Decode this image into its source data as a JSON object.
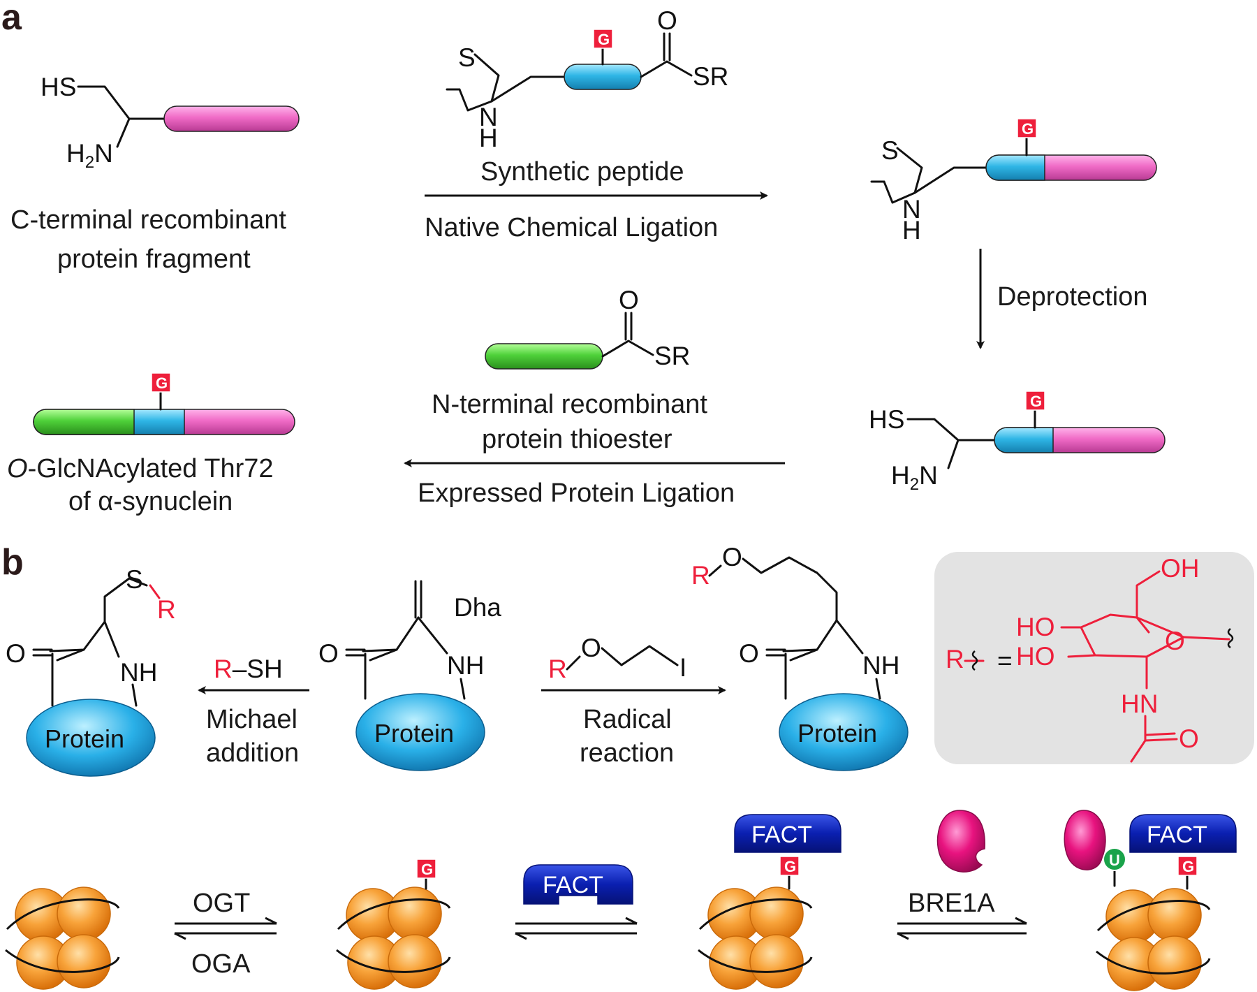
{
  "panel_a": {
    "letter": "a",
    "c_terminal_label_1": "C-terminal  recombinant",
    "c_terminal_label_2": "protein  fragment",
    "synthetic_peptide": "Synthetic peptide",
    "ncl": "Native Chemical Ligation",
    "deprotection": "Deprotection",
    "n_terminal_label_1": "N-terminal  recombinant",
    "n_terminal_label_2": "protein  thioester",
    "epl": "Expressed Protein Ligation",
    "product_italic": "O",
    "product_rest": "-GlcNAcylated Thr72",
    "product_line2": "of α-synuclein"
  },
  "panel_b": {
    "letter": "b",
    "dha": "Dha",
    "protein": "Protein",
    "michael_reagent_r": "R",
    "michael_reagent_rest": "–SH",
    "michael_1": "Michael",
    "michael_2": "addition",
    "radical_1": "Radical",
    "radical_2": "reaction",
    "equals": "=",
    "atoms": {
      "S": "S",
      "R": "R",
      "O": "O",
      "NH": "NH",
      "I": "I",
      "OH": "OH",
      "HO": "HO",
      "HN": "HN",
      "SH": "SH",
      "SR": "SR",
      "HS": "HS",
      "H2N": "H",
      "N": "N",
      "H": "H"
    }
  },
  "panel_c": {
    "ogt": "OGT",
    "oga": "OGA",
    "fact": "FACT",
    "bre1a": "BRE1A",
    "u": "U"
  },
  "g_mark": "G",
  "colors": {
    "pink": "#f06bc6",
    "cyan": "#2fb6e6",
    "green": "#4fd13a",
    "red": "#ee1f3b",
    "fact_blue": "#0a1fb0",
    "nucleosome": "#f7941d",
    "grey_box": "#e3e3e3"
  }
}
